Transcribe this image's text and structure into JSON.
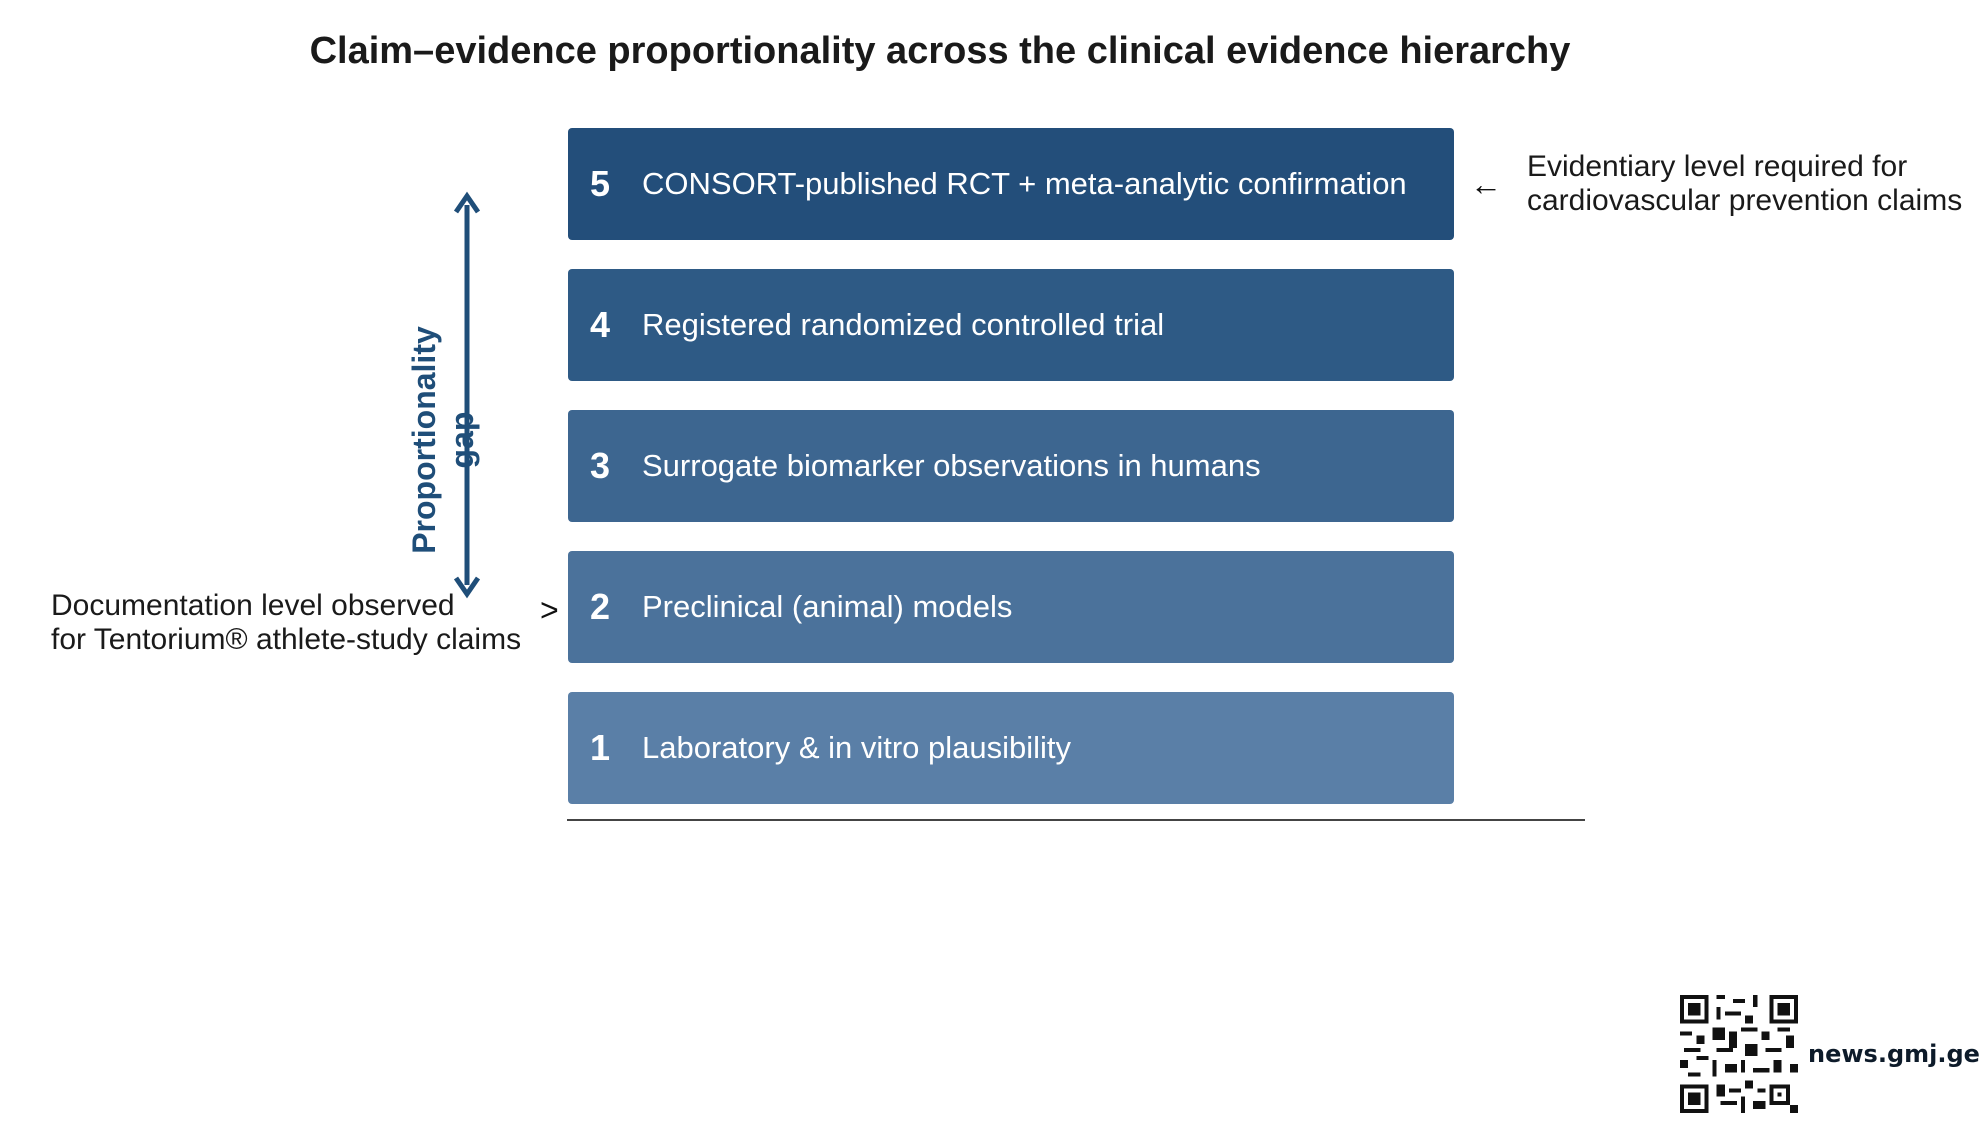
{
  "title": "Claim–evidence proportionality across the clinical evidence hierarchy",
  "levels": [
    {
      "num": "5",
      "label": "CONSORT-published RCT + meta-analytic confirmation",
      "color": "#234e7a"
    },
    {
      "num": "4",
      "label": "Registered randomized controlled trial",
      "color": "#2e5a85"
    },
    {
      "num": "3",
      "label": "Surrogate biomarker observations in humans",
      "color": "#3d6690"
    },
    {
      "num": "2",
      "label": "Preclinical (animal) models",
      "color": "#4b729b"
    },
    {
      "num": "1",
      "label": "Laboratory & in vitro plausibility",
      "color": "#5a7fa7"
    }
  ],
  "required_note": {
    "line1": "Evidentiary level required for",
    "line2": "cardiovascular prevention claims",
    "marker": "←"
  },
  "observed_note": {
    "line1": "Documentation level observed",
    "line2": "for Tentorium® athlete-study claims",
    "marker": ">"
  },
  "gap_label": {
    "line1": "Proportionality",
    "line2": "gap",
    "color": "#1f4e79"
  },
  "footer": {
    "site": "news.gmj.ge"
  }
}
